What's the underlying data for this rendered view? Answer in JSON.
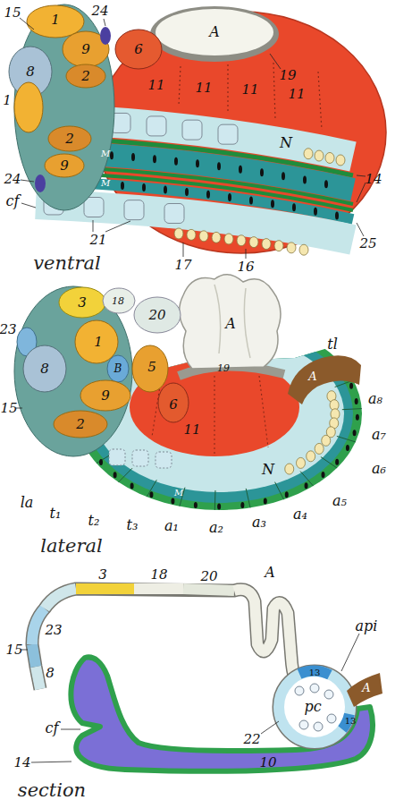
{
  "diagram": {
    "labels": [
      "15",
      "1",
      "24",
      "8",
      "9",
      "2",
      "6",
      "A",
      "19",
      "11",
      "11",
      "11",
      "11",
      "1",
      "2",
      "M",
      "9",
      "M",
      "N",
      "14",
      "24",
      "cf",
      "25",
      "21",
      "17",
      "16",
      "ventral",
      "3",
      "18",
      "20",
      "A",
      "23",
      "8",
      "1",
      "B",
      "5",
      "tl",
      "A",
      "9",
      "6",
      "a₈",
      "15",
      "19",
      "2",
      "a₇",
      "11",
      "N",
      "a₆",
      "M",
      "a₅",
      "la",
      "t₁",
      "a₄",
      "t₂",
      "a₃",
      "t₃",
      "a₁",
      "a₂",
      "lateral",
      "3",
      "18",
      "20",
      "A",
      "api",
      "23",
      "15",
      "8",
      "13",
      "13",
      "A",
      "pc",
      "cf",
      "22",
      "10",
      "14",
      "section"
    ]
  }
}
